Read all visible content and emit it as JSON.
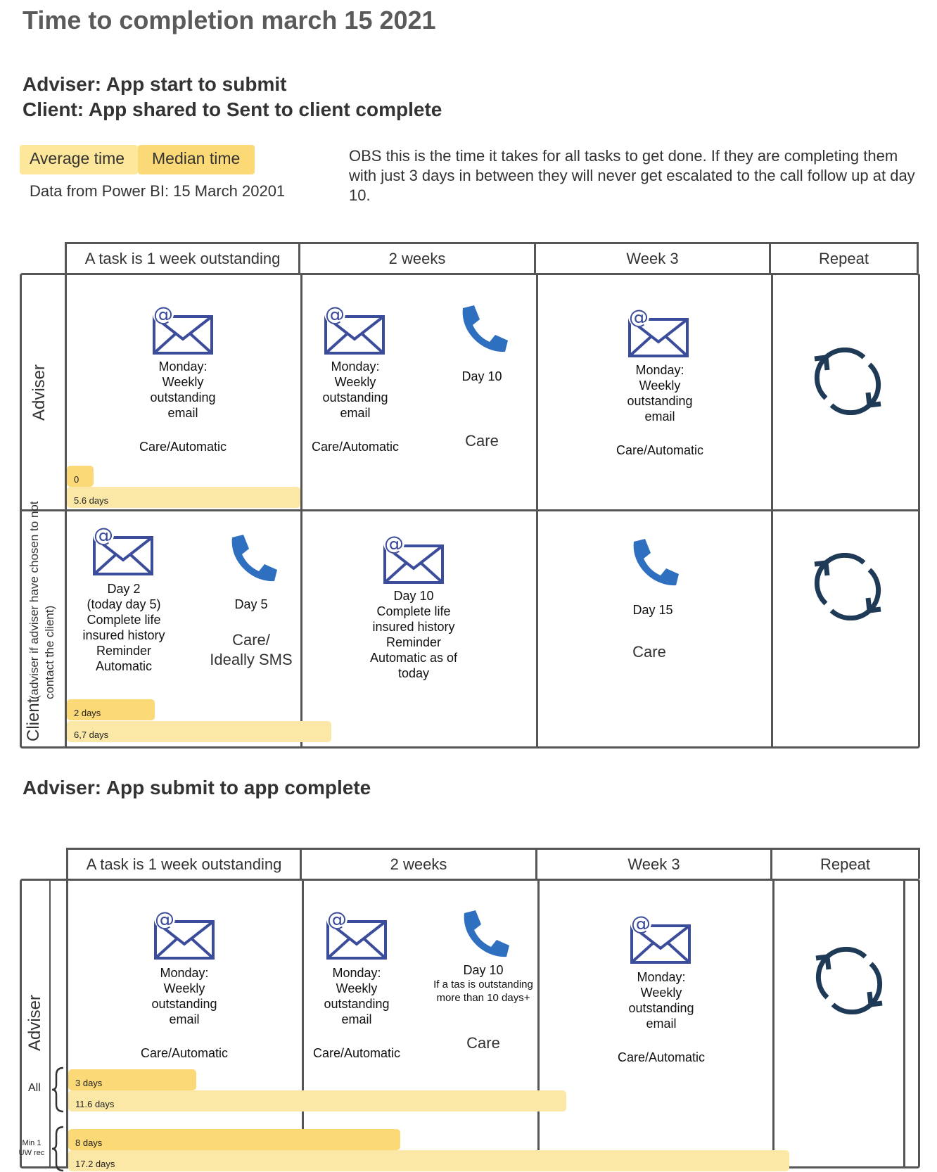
{
  "title": "Time to completion march 15 2021",
  "subtitle_line1": "Adviser: App start to submit",
  "subtitle_line2": "Client: App shared to Sent to client complete",
  "legend": {
    "average": "Average time",
    "median": "Median time"
  },
  "data_source": "Data from Power BI: 15 March 20201",
  "note": "OBS this is the time it takes for all tasks to get done. If they are completing them with just 3 days in between they will never get escalated to the call follow up at day 10.",
  "colors": {
    "median_bar": "#fcd977",
    "average_bar": "#fbe8a6",
    "icon_blue": "#3b4c9b",
    "phone_blue": "#2f6fc0",
    "repeat_icon": "#1f3a56"
  },
  "headers": [
    "A task is 1 week outstanding",
    "2 weeks",
    "Week 3",
    "Repeat"
  ],
  "section1": {
    "row_adviser": "Adviser",
    "row_client": "Client",
    "row_client_note": "(adviser if adviser have chosen to not contact the client)",
    "adviser": {
      "c1": {
        "icon": "email-icon",
        "l1": "Monday:",
        "l2": "Weekly",
        "l3": "outstanding",
        "l4": "email",
        "owner": "Care/Automatic"
      },
      "c2a": {
        "icon": "email-icon",
        "l1": "Monday:",
        "l2": "Weekly",
        "l3": "outstanding",
        "l4": "email",
        "owner": "Care/Automatic"
      },
      "c2b": {
        "icon": "phone-icon",
        "day": "Day 10",
        "owner": "Care"
      },
      "c3": {
        "icon": "email-icon",
        "l1": "Monday:",
        "l2": "Weekly",
        "l3": "outstanding",
        "l4": "email",
        "owner": "Care/Automatic"
      },
      "c4": {
        "icon": "repeat-icon"
      },
      "bar_median": "0",
      "bar_average": "5.6 days"
    },
    "client": {
      "c1a": {
        "icon": "email-icon",
        "l1": "Day 2",
        "l2": "(today day 5)",
        "l3": "Complete life",
        "l4": "insured history",
        "l5": "Reminder",
        "l6": "Automatic"
      },
      "c1b": {
        "icon": "phone-icon",
        "day": "Day 5",
        "owner1": "Care/",
        "owner2": "Ideally SMS"
      },
      "c2": {
        "icon": "email-icon",
        "l1": "Day 10",
        "l2": "Complete life",
        "l3": "insured history",
        "l4": "Reminder",
        "l5": "Automatic as of",
        "l6": "today"
      },
      "c3": {
        "icon": "phone-icon",
        "day": "Day 15",
        "owner": "Care"
      },
      "c4": {
        "icon": "repeat-icon"
      },
      "bar_median": "2 days",
      "bar_average": "6,7 days"
    }
  },
  "section2": {
    "heading": "Adviser: App submit to app complete",
    "row_adviser": "Adviser",
    "group_all": "All",
    "group_min_l1": "Min 1",
    "group_min_l2": "UW rec",
    "c1": {
      "icon": "email-icon",
      "l1": "Monday:",
      "l2": "Weekly",
      "l3": "outstanding",
      "l4": "email",
      "owner": "Care/Automatic"
    },
    "c2a": {
      "icon": "email-icon",
      "l1": "Monday:",
      "l2": "Weekly",
      "l3": "outstanding",
      "l4": "email",
      "owner": "Care/Automatic"
    },
    "c2b": {
      "icon": "phone-icon",
      "day": "Day 10",
      "note1": "If a tas is outstanding",
      "note2": "more than 10 days+",
      "owner": "Care"
    },
    "c3": {
      "icon": "email-icon",
      "l1": "Monday:",
      "l2": "Weekly",
      "l3": "outstanding",
      "l4": "email",
      "owner": "Care/Automatic"
    },
    "c4": {
      "icon": "repeat-icon"
    },
    "all_median": "3 days",
    "all_average": "11.6 days",
    "min_median": "8 days",
    "min_average": "17.2 days"
  }
}
